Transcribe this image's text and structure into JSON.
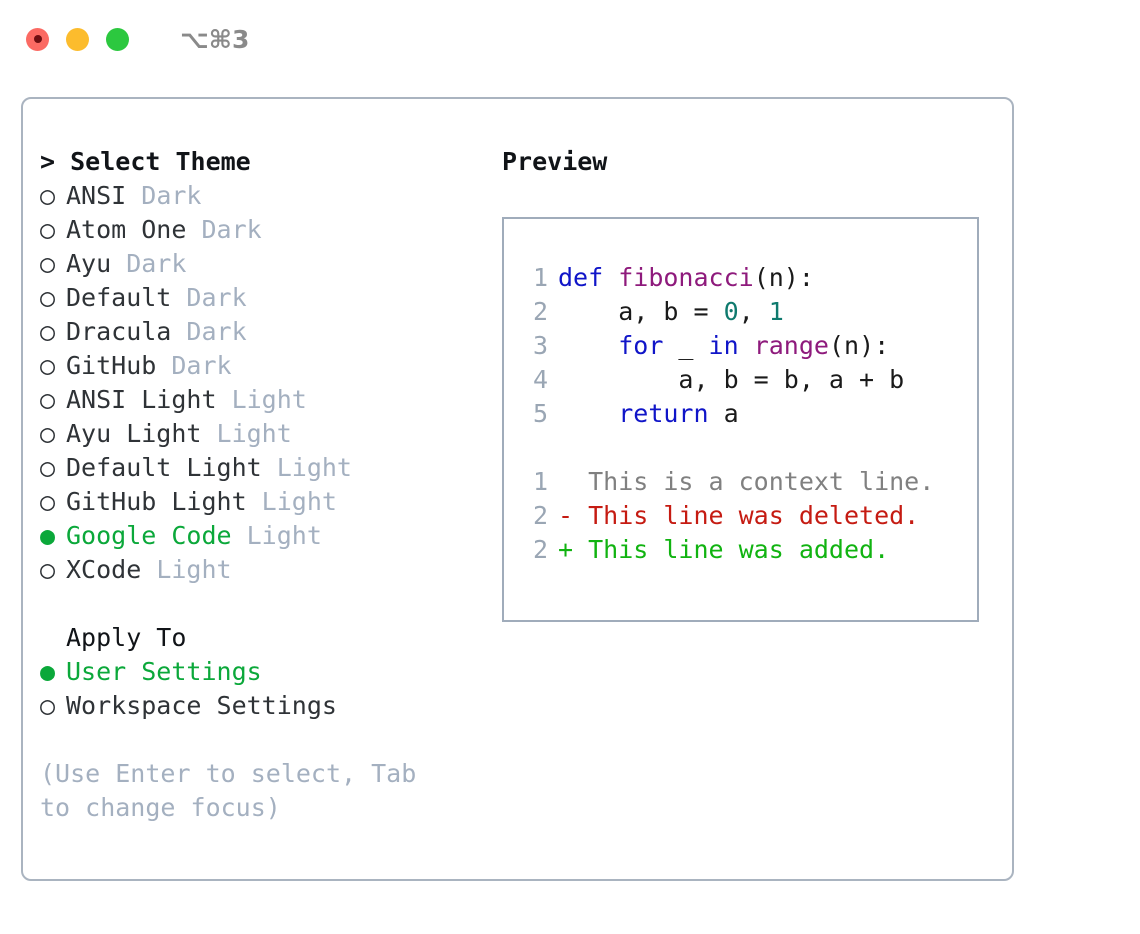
{
  "window": {
    "shortcut": "⌥⌘3",
    "traffic_lights": [
      {
        "name": "close",
        "color": "#fb6a63"
      },
      {
        "name": "minimize",
        "color": "#fcbc2d"
      },
      {
        "name": "maximize",
        "color": "#2cc83f"
      }
    ]
  },
  "theme_picker": {
    "prompt_prefix": "> ",
    "title": "Select Theme",
    "bullet_unselected": "○ ",
    "bullet_selected": "● ",
    "items": [
      {
        "label": "ANSI",
        "kind": "Dark",
        "selected": false
      },
      {
        "label": "Atom One",
        "kind": "Dark",
        "selected": false
      },
      {
        "label": "Ayu",
        "kind": "Dark",
        "selected": false
      },
      {
        "label": "Default",
        "kind": "Dark",
        "selected": false
      },
      {
        "label": "Dracula",
        "kind": "Dark",
        "selected": false
      },
      {
        "label": "GitHub",
        "kind": "Dark",
        "selected": false
      },
      {
        "label": "ANSI Light",
        "kind": "Light",
        "selected": false
      },
      {
        "label": "Ayu Light",
        "kind": "Light",
        "selected": false
      },
      {
        "label": "Default Light",
        "kind": "Light",
        "selected": false
      },
      {
        "label": "GitHub Light",
        "kind": "Light",
        "selected": false
      },
      {
        "label": "Google Code",
        "kind": "Light",
        "selected": true
      },
      {
        "label": "XCode",
        "kind": "Light",
        "selected": false
      }
    ]
  },
  "apply_to": {
    "title": "Apply To",
    "items": [
      {
        "label": "User Settings",
        "selected": true
      },
      {
        "label": "Workspace Settings",
        "selected": false
      }
    ]
  },
  "hint": "(Use Enter to select, Tab to change focus)",
  "preview": {
    "title": "Preview",
    "code_lines": [
      {
        "number": "1",
        "tokens": [
          {
            "text": "def ",
            "cls": "kw"
          },
          {
            "text": "fibonacci",
            "cls": "fn"
          },
          {
            "text": "(n):",
            "cls": "punct"
          }
        ]
      },
      {
        "number": "2",
        "tokens": [
          {
            "text": "    a, b = ",
            "cls": "plain"
          },
          {
            "text": "0",
            "cls": "num"
          },
          {
            "text": ", ",
            "cls": "plain"
          },
          {
            "text": "1",
            "cls": "num"
          }
        ]
      },
      {
        "number": "3",
        "tokens": [
          {
            "text": "    ",
            "cls": "plain"
          },
          {
            "text": "for",
            "cls": "kw"
          },
          {
            "text": " _ ",
            "cls": "plain"
          },
          {
            "text": "in",
            "cls": "kw"
          },
          {
            "text": " ",
            "cls": "plain"
          },
          {
            "text": "range",
            "cls": "fn"
          },
          {
            "text": "(n):",
            "cls": "punct"
          }
        ]
      },
      {
        "number": "4",
        "tokens": [
          {
            "text": "        a, b = b, a + b",
            "cls": "plain"
          }
        ]
      },
      {
        "number": "5",
        "tokens": [
          {
            "text": "    ",
            "cls": "plain"
          },
          {
            "text": "return",
            "cls": "kw"
          },
          {
            "text": " a",
            "cls": "plain"
          }
        ]
      }
    ],
    "diff_lines": [
      {
        "number": "1",
        "marker": "  ",
        "text": "This is a context line.",
        "cls": "diff-ctx"
      },
      {
        "number": "2",
        "marker": "- ",
        "text": "This line was deleted.",
        "cls": "diff-del"
      },
      {
        "number": "2",
        "marker": "+ ",
        "text": "This line was added.",
        "cls": "diff-add"
      }
    ]
  },
  "colors": {
    "accent_green": "#0ba83a",
    "muted": "#a4b0c0",
    "border": "#aab4c0",
    "keyword": "#1015c8",
    "function": "#8e1a7c",
    "number": "#0f7a6e",
    "diff_added": "#11b311",
    "diff_deleted": "#c51b12",
    "diff_context": "#808080"
  }
}
